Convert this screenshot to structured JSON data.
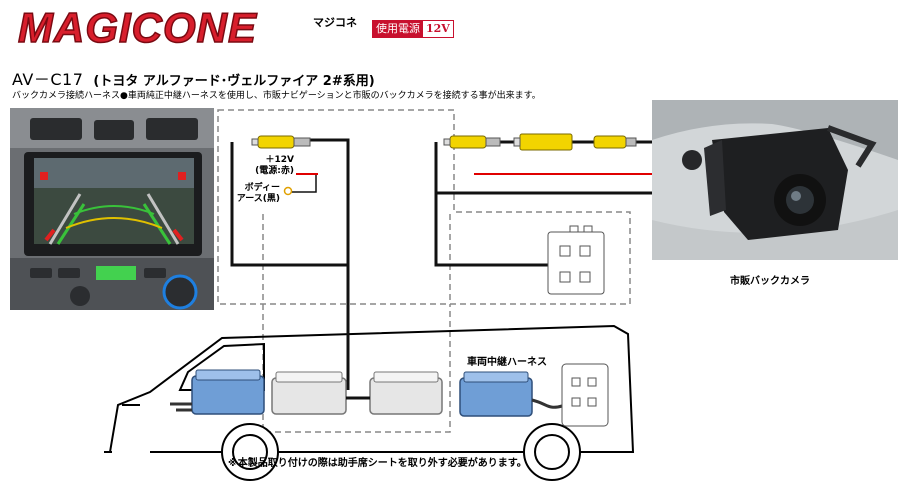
{
  "header": {
    "logo_text": "MAGICONE",
    "kana": "マジコネ",
    "voltage_label": "使用電源",
    "voltage_value": "12V"
  },
  "product": {
    "model": "AV－C17",
    "vehicle": "(トヨタ アルファード･ヴェルファイア 2#系用)",
    "description": "バックカメラ接続ハーネス●車両純正中継ハーネスを使用し、市販ナビゲーションと市販のバックカメラを接続する事が出来ます。"
  },
  "wiring": {
    "power_label_line1": "＋12V",
    "power_label_line2": "(電源:赤)",
    "body_label_line1": "ボディー",
    "body_label_line2": "アース(黒)",
    "harness_label": "車両中継ハーネス",
    "camera_label": "市販バックカメラ"
  },
  "note": "※本製品取り付けの際は助手席シートを取り外す必要があります。",
  "colors": {
    "logo_red": "#d81e2c",
    "voltage_red": "#c8102e",
    "rca_yellow": "#f2d400",
    "power_red": "#e00000",
    "dashed_gray": "#888888",
    "harness_blue": "#6f9ed6"
  }
}
